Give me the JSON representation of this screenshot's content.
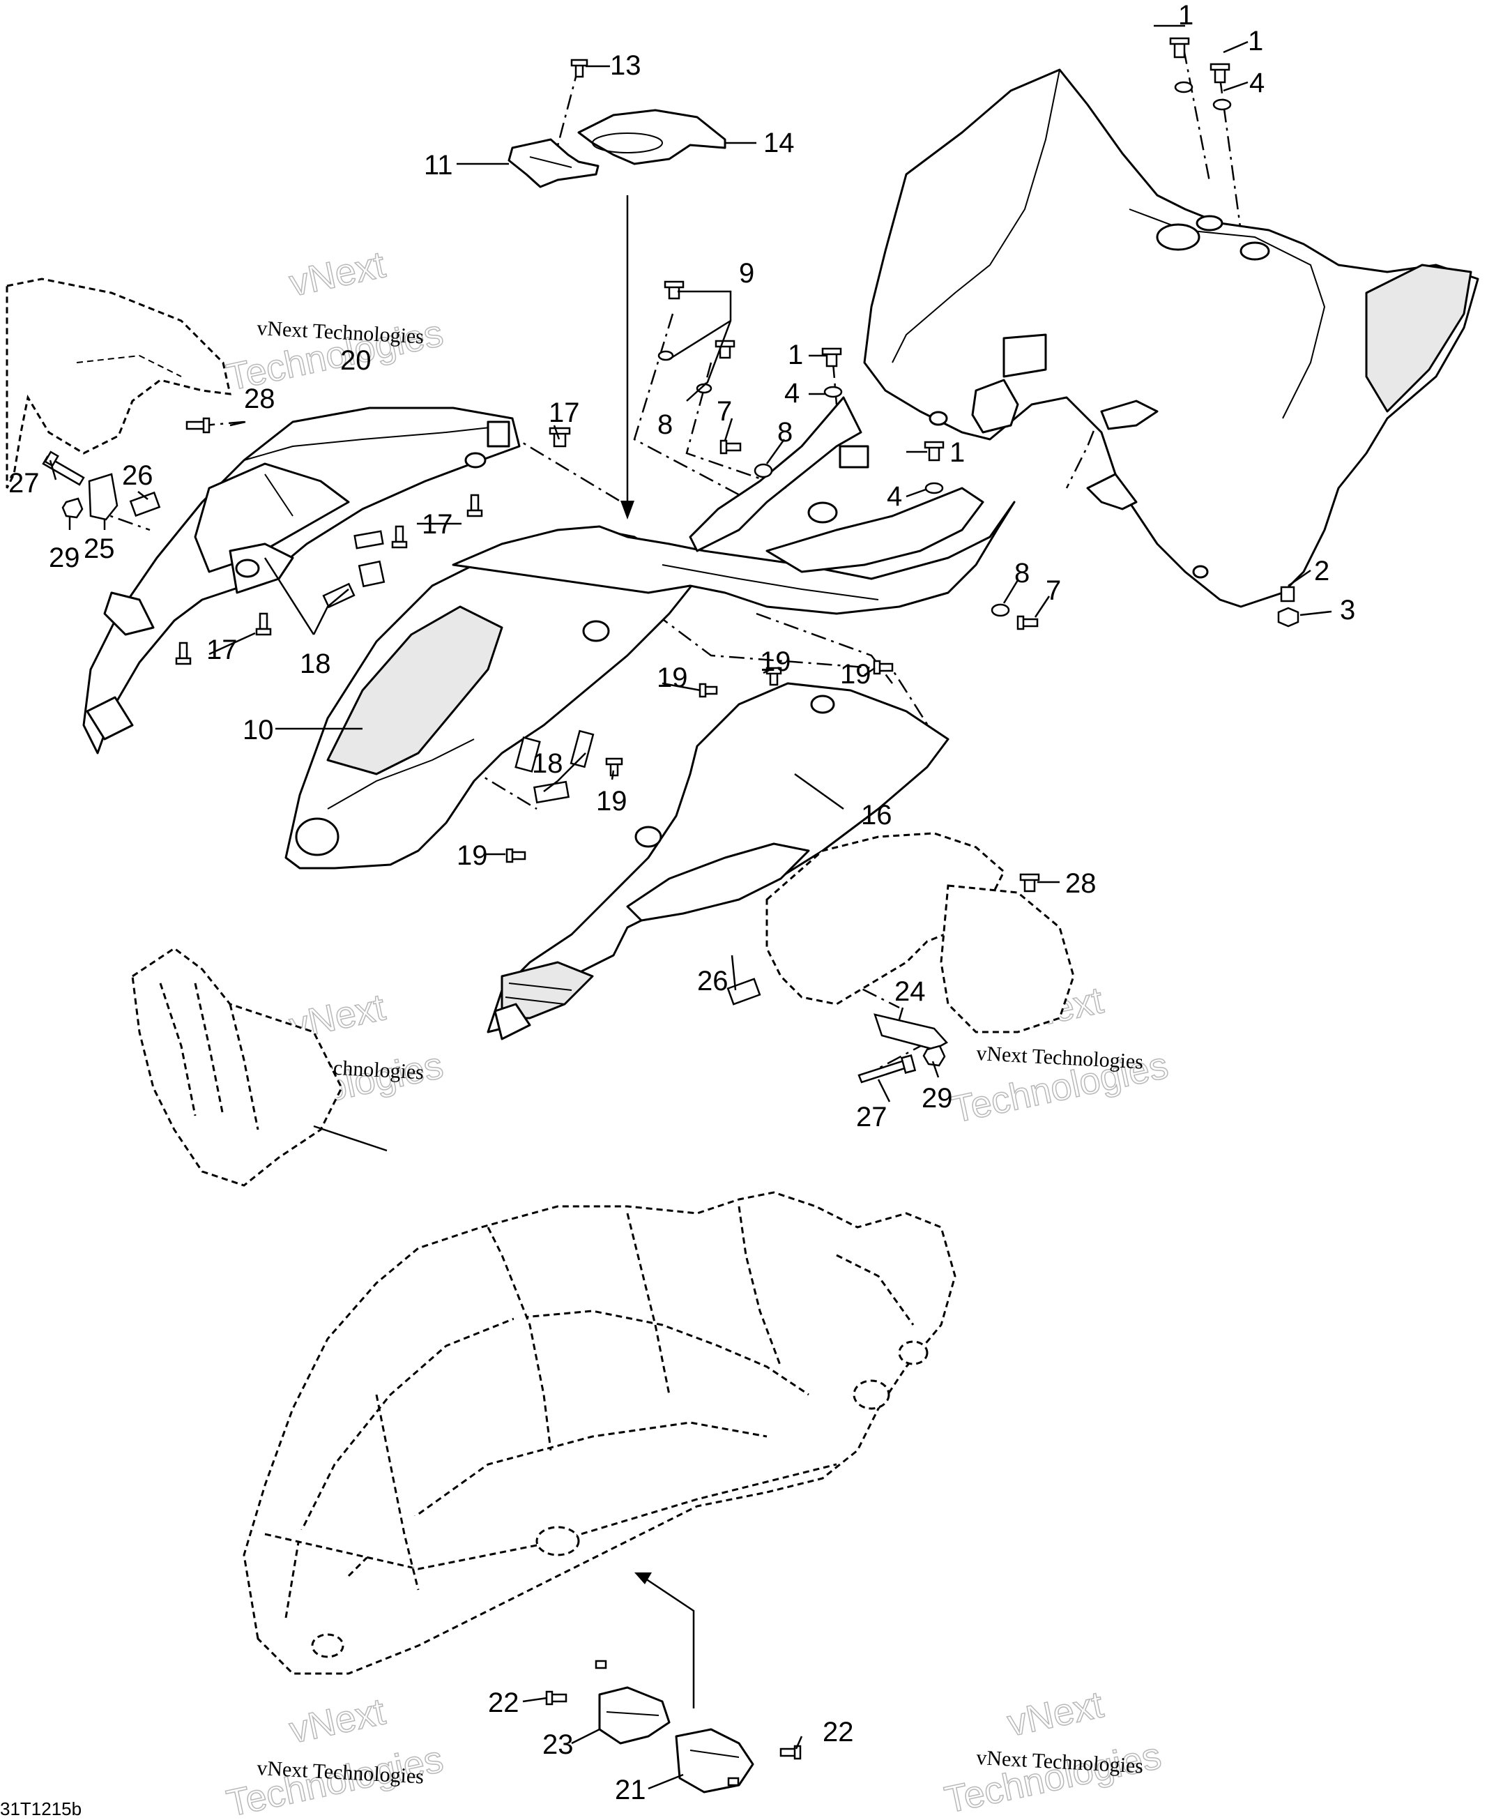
{
  "diagram": {
    "drawing_code": "31T1215b",
    "watermark": {
      "line1": "vNext Technologies",
      "line2": "Technologies",
      "line3": "vNext"
    },
    "callouts": [
      {
        "id": "c1a",
        "label": "1"
      },
      {
        "id": "c1b",
        "label": "1"
      },
      {
        "id": "c1c",
        "label": "1"
      },
      {
        "id": "c1d",
        "label": "1"
      },
      {
        "id": "c2",
        "label": "2"
      },
      {
        "id": "c3",
        "label": "3"
      },
      {
        "id": "c4a",
        "label": "4"
      },
      {
        "id": "c4b",
        "label": "4"
      },
      {
        "id": "c4c",
        "label": "4"
      },
      {
        "id": "c7a",
        "label": "7"
      },
      {
        "id": "c7b",
        "label": "7"
      },
      {
        "id": "c8a",
        "label": "8"
      },
      {
        "id": "c8b",
        "label": "8"
      },
      {
        "id": "c8c",
        "label": "8"
      },
      {
        "id": "c9",
        "label": "9"
      },
      {
        "id": "c10",
        "label": "10"
      },
      {
        "id": "c11",
        "label": "11"
      },
      {
        "id": "c13",
        "label": "13"
      },
      {
        "id": "c14",
        "label": "14"
      },
      {
        "id": "c16",
        "label": "16"
      },
      {
        "id": "c17a",
        "label": "17"
      },
      {
        "id": "c17b",
        "label": "17"
      },
      {
        "id": "c17c",
        "label": "17"
      },
      {
        "id": "c18a",
        "label": "18"
      },
      {
        "id": "c18b",
        "label": "18"
      },
      {
        "id": "c19a",
        "label": "19"
      },
      {
        "id": "c19b",
        "label": "19"
      },
      {
        "id": "c19c",
        "label": "19"
      },
      {
        "id": "c19d",
        "label": "19"
      },
      {
        "id": "c19e",
        "label": "19"
      },
      {
        "id": "c20",
        "label": "20"
      },
      {
        "id": "c21",
        "label": "21"
      },
      {
        "id": "c22a",
        "label": "22"
      },
      {
        "id": "c22b",
        "label": "22"
      },
      {
        "id": "c23",
        "label": "23"
      },
      {
        "id": "c24",
        "label": "24"
      },
      {
        "id": "c25",
        "label": "25"
      },
      {
        "id": "c26a",
        "label": "26"
      },
      {
        "id": "c26b",
        "label": "26"
      },
      {
        "id": "c27a",
        "label": "27"
      },
      {
        "id": "c27b",
        "label": "27"
      },
      {
        "id": "c28a",
        "label": "28"
      },
      {
        "id": "c28b",
        "label": "28"
      },
      {
        "id": "c29a",
        "label": "29"
      },
      {
        "id": "c29b",
        "label": "29"
      }
    ]
  }
}
